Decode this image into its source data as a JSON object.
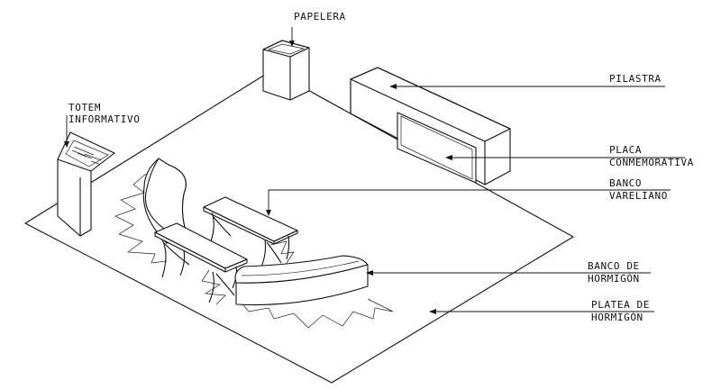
{
  "labels": {
    "papelera": "PAPELERA",
    "pilastra": "PILASTRA",
    "totem_line1": "TOTEM",
    "totem_line2": "INFORMATIVO",
    "placa_line1": "PLACA",
    "placa_line2": "CONMEMORATIVA",
    "banco_var_line1": "BANCO",
    "banco_var_line2": "VARELIANO",
    "banco_horm_line1": "BANCO DE",
    "banco_horm_line2": "HORMIGÓN",
    "platea_line1": "PLATEA DE",
    "platea_line2": "HORMIGÓN"
  }
}
